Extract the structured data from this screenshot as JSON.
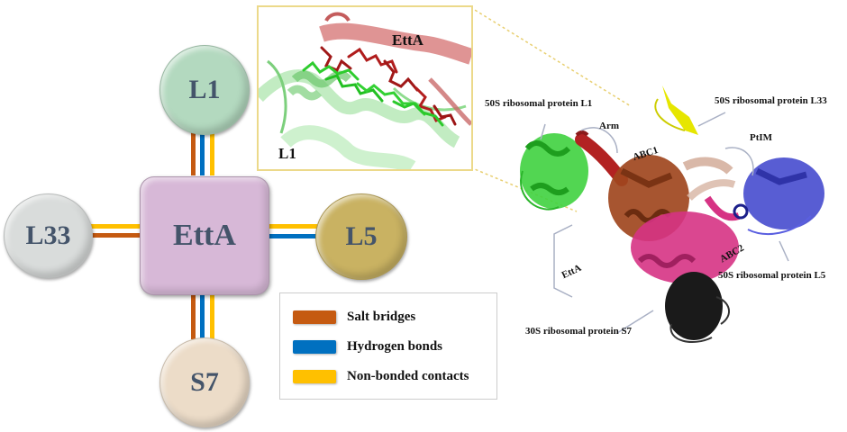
{
  "diagram": {
    "center_node": {
      "label": "EttA",
      "color": "#d7b8d7"
    },
    "nodes": [
      {
        "id": "L1",
        "label": "L1",
        "color": "#b3d9bf",
        "position": "top",
        "bonds": [
          "salt_bridges",
          "hydrogen_bonds",
          "non_bonded_contacts"
        ]
      },
      {
        "id": "L33",
        "label": "L33",
        "color": "#d9dcdb",
        "position": "left",
        "bonds": [
          "non_bonded_contacts",
          "salt_bridges"
        ]
      },
      {
        "id": "L5",
        "label": "L5",
        "color": "#c9b262",
        "position": "right",
        "bonds": [
          "non_bonded_contacts",
          "hydrogen_bonds"
        ]
      },
      {
        "id": "S7",
        "label": "S7",
        "color": "#ecdcc8",
        "position": "bottom",
        "bonds": [
          "salt_bridges",
          "hydrogen_bonds",
          "non_bonded_contacts"
        ]
      }
    ],
    "legend": [
      {
        "key": "salt_bridges",
        "label": "Salt bridges",
        "color": "#c55a11"
      },
      {
        "key": "hydrogen_bonds",
        "label": "Hydrogen bonds",
        "color": "#0070c0"
      },
      {
        "key": "non_bonded_contacts",
        "label": "Non-bonded contacts",
        "color": "#ffc000"
      }
    ]
  },
  "inset": {
    "label_etta": "EttA",
    "label_l1": "L1",
    "border_color": "#ecd98a"
  },
  "structure": {
    "labels": {
      "l1": "50S ribosomal protein L1",
      "l33": "50S ribosomal protein L33",
      "l5": "50S ribosomal protein L5",
      "s7": "30S ribosomal protein S7",
      "arm": "Arm",
      "abc1": "ABC1",
      "abc2": "ABC2",
      "ptim": "PtIM",
      "etta": "EttA"
    },
    "colors": {
      "l1": "#33cc33",
      "arm": "#b22222",
      "abc1": "#a0471e",
      "ptim": "#d9b8a8",
      "abc2": "#d63384",
      "l5": "#4a4fcf",
      "l33": "#e6e600",
      "s7": "#1a1a1a"
    }
  }
}
